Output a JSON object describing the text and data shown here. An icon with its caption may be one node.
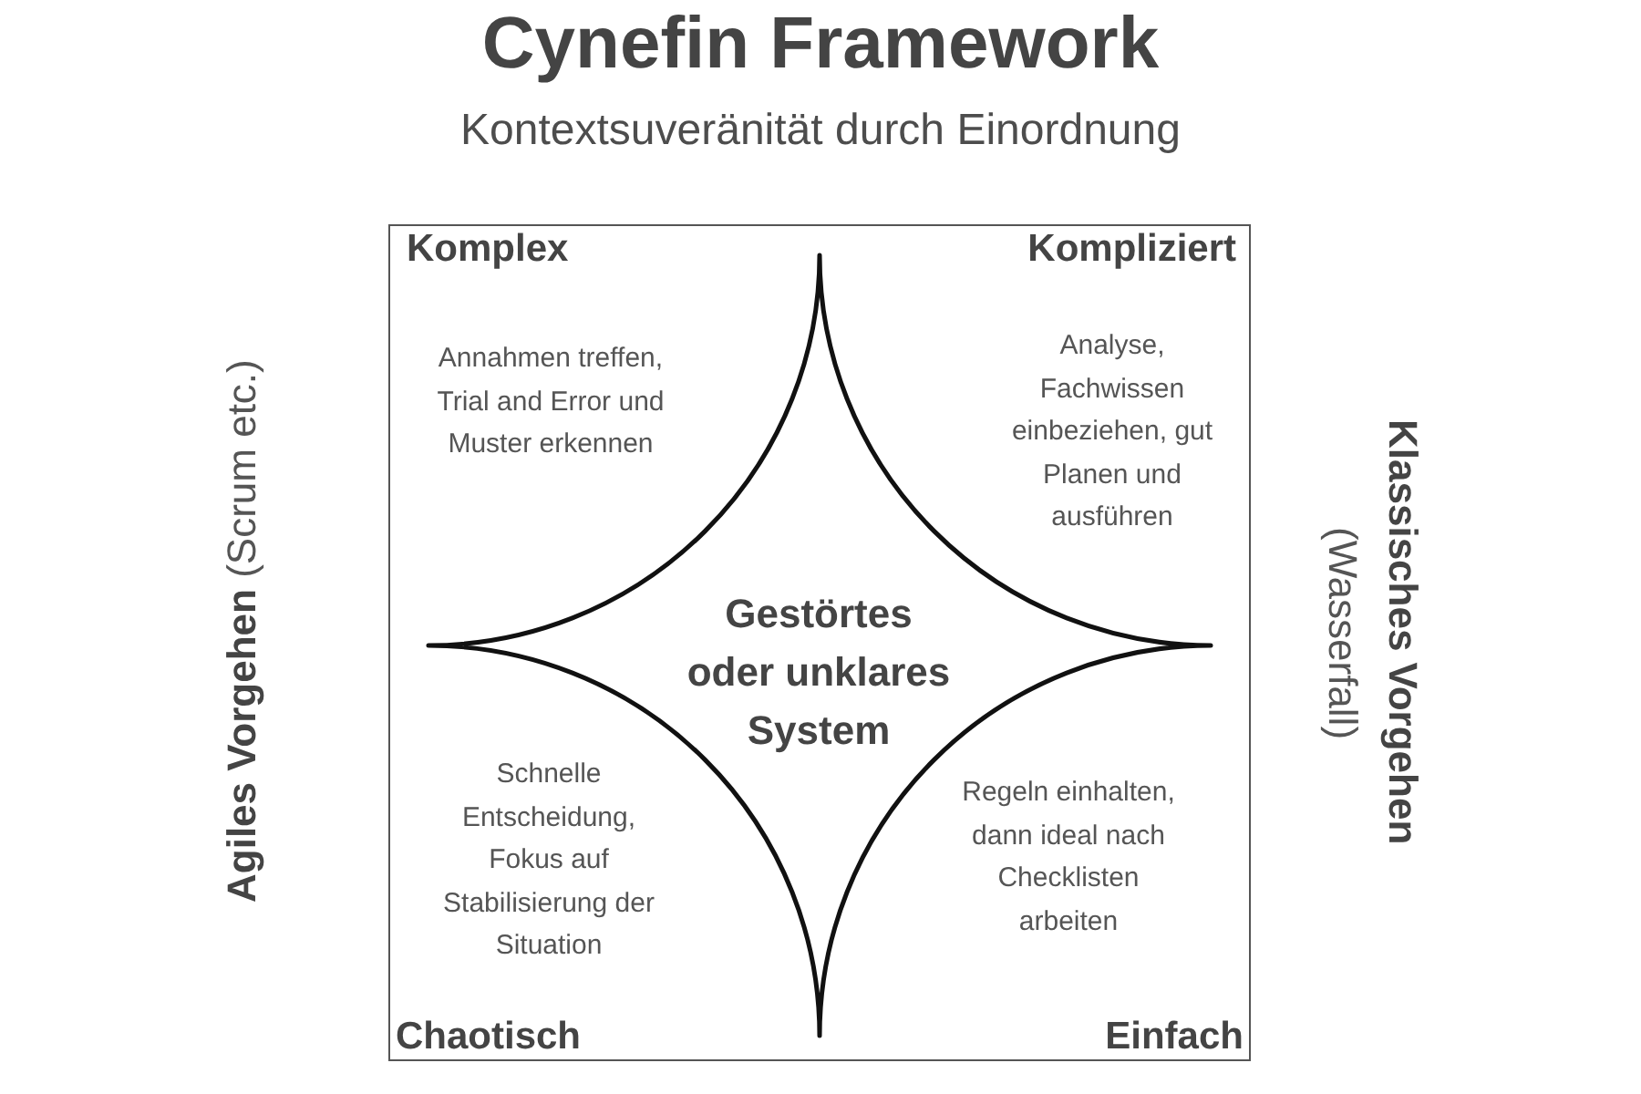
{
  "diagram": {
    "title": "Cynefin Framework",
    "nodes": [
      {
        "text": [
          "Komplex",
          "Kompliziert",
          "Annahmen treffen, Trial and Error und Muster erkennen",
          "Analyse, Fachwissen einbeziehen, gut Planen und ausführen",
          "Schnelle Entscheidung, Fokus auf Stabilisierung der Situation",
          "Regeln einhalten, dann ideal nach Checklisten arbeiten",
          "Chaotisch",
          "Einfach"
        ]
      },
      {
        "text": [
          "Gestörtes oder unklares System"
        ],
        "in": 0
      }
    ],
    "labels": [
      "Kontextsuveränität durch Einordnung",
      "**Agiles Vorgehen** (Scrum etc.)",
      "**Klassisches Vorgehen** (Wasserfall)"
    ]
  }
}
